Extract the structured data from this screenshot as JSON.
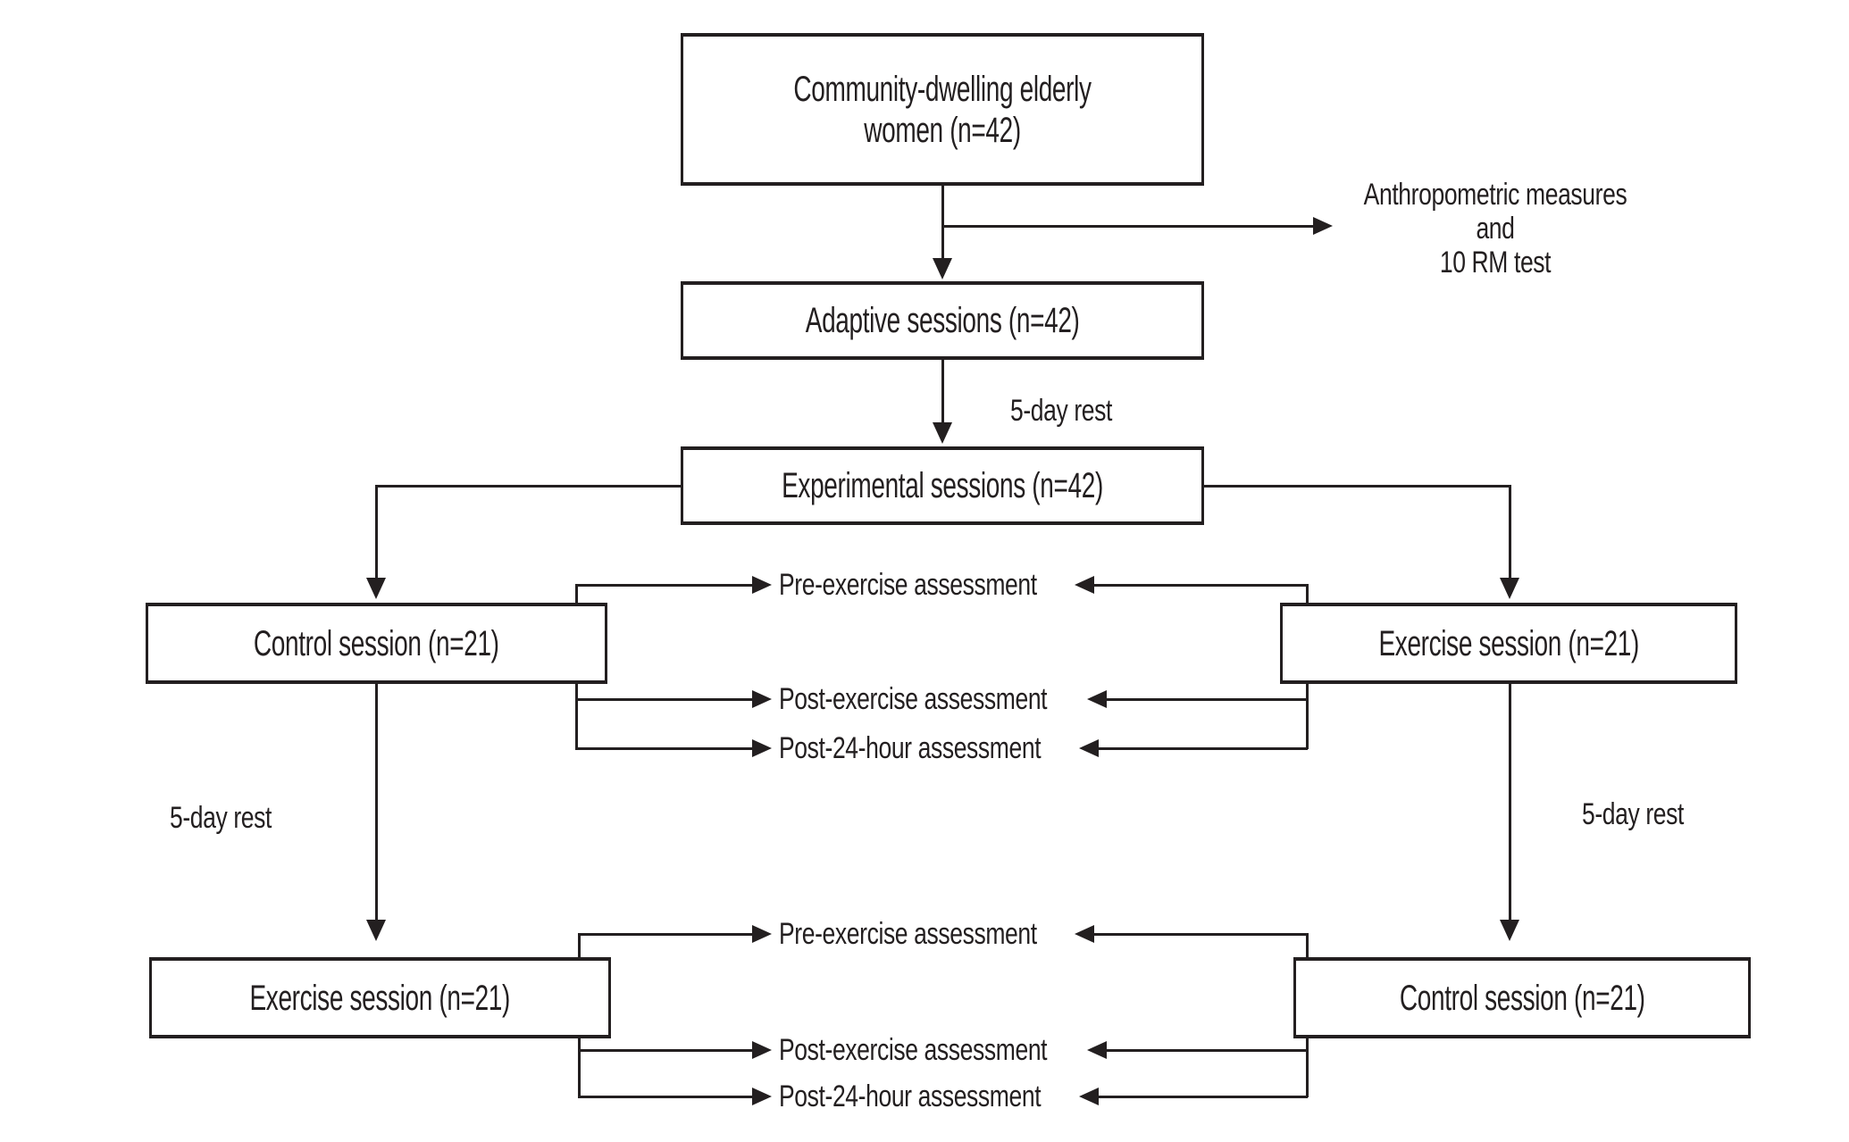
{
  "palette": {
    "ink": "#231f20",
    "background": "#ffffff"
  },
  "boxes": {
    "population": {
      "label": "Community-dwelling elderly\nwomen (n=42)"
    },
    "adaptive": {
      "label": "Adaptive sessions (n=42)"
    },
    "experimental": {
      "label": "Experimental sessions (n=42)"
    },
    "control_first": {
      "label": "Control session (n=21)"
    },
    "exercise_first": {
      "label": "Exercise session (n=21)"
    },
    "exercise_second": {
      "label": "Exercise session (n=21)"
    },
    "control_second": {
      "label": "Control session (n=21)"
    }
  },
  "annotations": {
    "anthropometric": {
      "label": "Anthropometric measures and\n10 RM test"
    },
    "rest_after_adaptive": {
      "label": "5-day rest"
    },
    "rest_left": {
      "label": "5-day rest"
    },
    "rest_right": {
      "label": "5-day rest"
    }
  },
  "assessments_session1": {
    "pre": {
      "label": "Pre-exercise assessment"
    },
    "post": {
      "label": "Post-exercise assessment"
    },
    "post24": {
      "label": "Post-24-hour assessment"
    }
  },
  "assessments_session2": {
    "pre": {
      "label": "Pre-exercise assessment"
    },
    "post": {
      "label": "Post-exercise assessment"
    },
    "post24": {
      "label": "Post-24-hour assessment"
    }
  }
}
